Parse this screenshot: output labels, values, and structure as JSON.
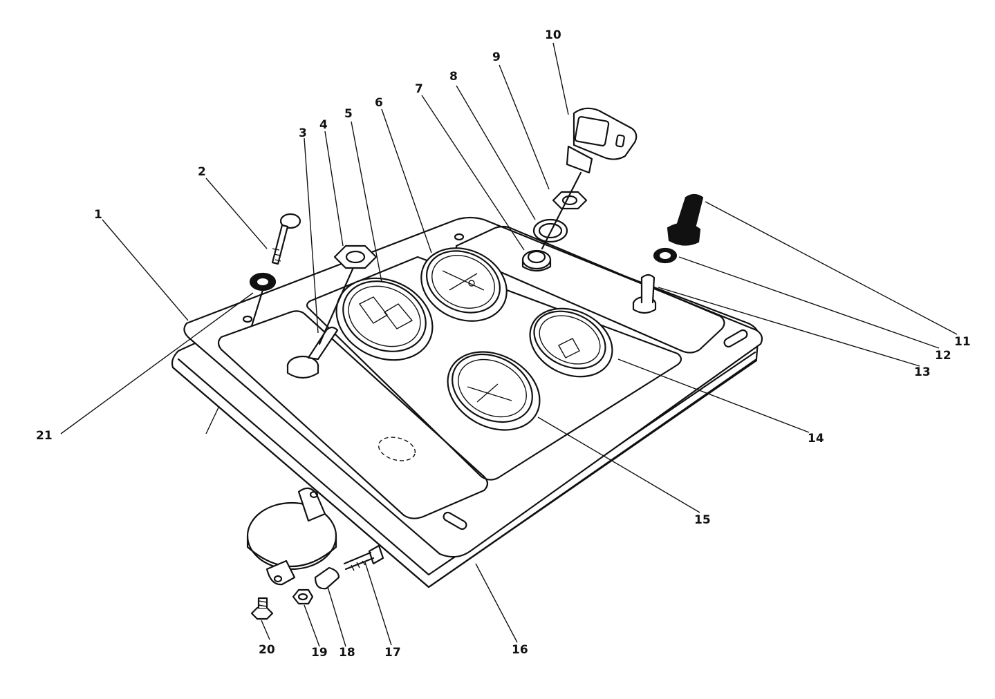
{
  "diagram": {
    "callouts": [
      {
        "id": "1",
        "text": "1"
      },
      {
        "id": "2",
        "text": "2"
      },
      {
        "id": "3",
        "text": "3"
      },
      {
        "id": "4",
        "text": "4"
      },
      {
        "id": "5",
        "text": "5"
      },
      {
        "id": "6",
        "text": "6"
      },
      {
        "id": "7",
        "text": "7"
      },
      {
        "id": "8",
        "text": "8"
      },
      {
        "id": "9",
        "text": "9"
      },
      {
        "id": "10",
        "text": "10"
      },
      {
        "id": "11",
        "text": "11"
      },
      {
        "id": "12",
        "text": "12"
      },
      {
        "id": "13",
        "text": "13"
      },
      {
        "id": "14",
        "text": "14"
      },
      {
        "id": "15",
        "text": "15"
      },
      {
        "id": "16",
        "text": "16"
      },
      {
        "id": "17",
        "text": "17"
      },
      {
        "id": "18",
        "text": "18"
      },
      {
        "id": "19",
        "text": "19"
      },
      {
        "id": "20",
        "text": "20"
      },
      {
        "id": "21",
        "text": "21"
      }
    ],
    "colors": {
      "ink": "#111111",
      "paper": "#ffffff"
    }
  }
}
